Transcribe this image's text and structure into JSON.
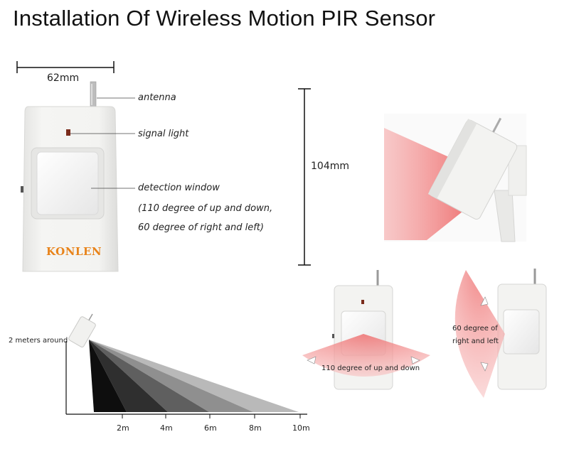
{
  "title": "Installation Of Wireless Motion PIR Sensor",
  "dimensions": {
    "width": "62mm",
    "height": "104mm"
  },
  "callouts": {
    "antenna": "antenna",
    "signal_light": "signal light",
    "detection_window": "detection window",
    "detection_line1": "(110 degree of up and down,",
    "detection_line2": "60 degree of right and left)"
  },
  "brand": "KONLEN",
  "range": {
    "label": "2 meters around",
    "ticks": [
      "2m",
      "4m",
      "6m",
      "8m",
      "10m"
    ]
  },
  "angles": {
    "vertical": "110 degree of up and down",
    "horizontal_line1": "60 degree of",
    "horizontal_line2": "right and left"
  },
  "colors": {
    "detection_red": "#f08080",
    "brand_orange": "#e8831a",
    "device_body": "#f1f1ef"
  }
}
